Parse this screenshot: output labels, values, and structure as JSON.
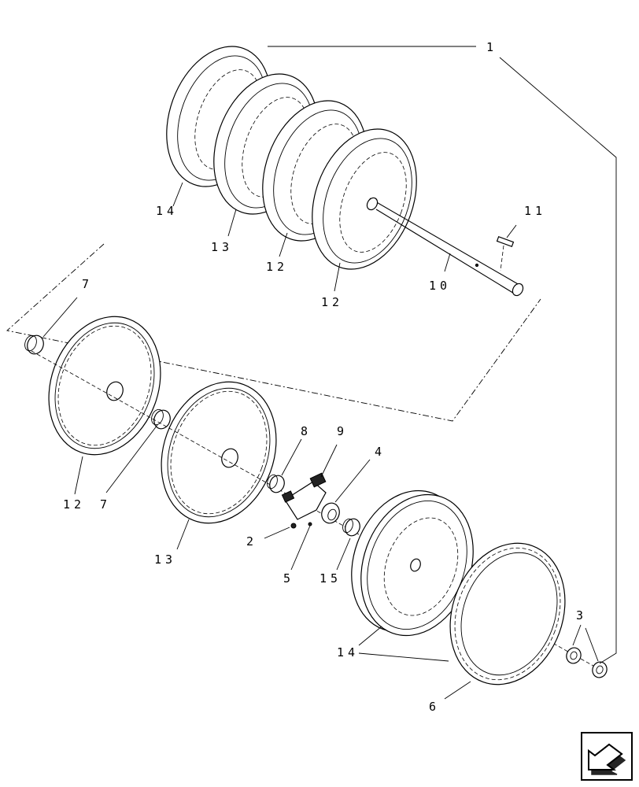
{
  "diagram": {
    "callouts": [
      {
        "id": "c1",
        "text": "1"
      },
      {
        "id": "c14a",
        "text": "14"
      },
      {
        "id": "c13a",
        "text": "13"
      },
      {
        "id": "c12a",
        "text": "12"
      },
      {
        "id": "c12b",
        "text": "12"
      },
      {
        "id": "c11",
        "text": "11"
      },
      {
        "id": "c10",
        "text": "10"
      },
      {
        "id": "c7a",
        "text": "7"
      },
      {
        "id": "c12c",
        "text": "12"
      },
      {
        "id": "c7b",
        "text": "7"
      },
      {
        "id": "c13b",
        "text": "13"
      },
      {
        "id": "c8",
        "text": "8"
      },
      {
        "id": "c9",
        "text": "9"
      },
      {
        "id": "c4",
        "text": "4"
      },
      {
        "id": "c2",
        "text": "2"
      },
      {
        "id": "c5",
        "text": "5"
      },
      {
        "id": "c15",
        "text": "15"
      },
      {
        "id": "c14b",
        "text": "14"
      },
      {
        "id": "c3",
        "text": "3"
      },
      {
        "id": "c6",
        "text": "6"
      }
    ]
  },
  "navigation": {
    "icon": "arrow-icon"
  }
}
